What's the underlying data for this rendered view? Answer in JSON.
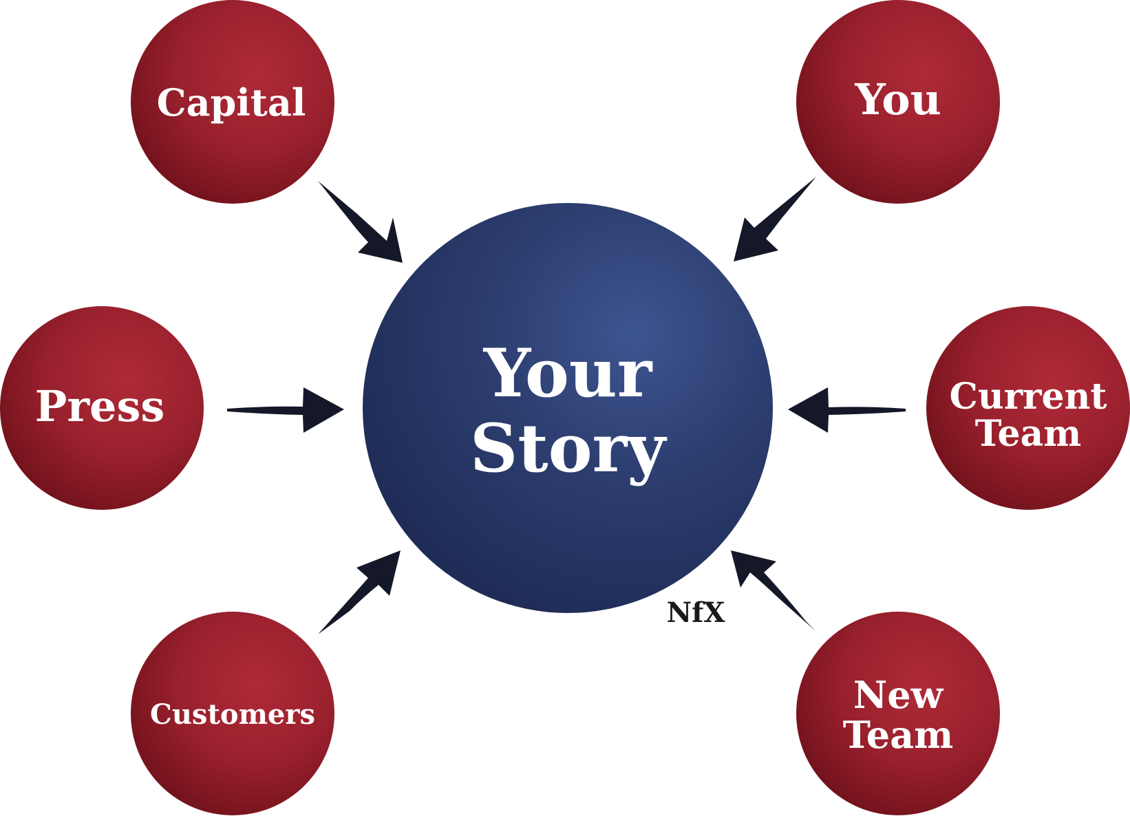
{
  "center": {
    "lines": [
      "Your",
      "Story"
    ],
    "color": "#34467a"
  },
  "nodes": [
    {
      "id": "capital",
      "lines": [
        "Capital"
      ]
    },
    {
      "id": "you",
      "lines": [
        "You"
      ]
    },
    {
      "id": "press",
      "lines": [
        "Press"
      ]
    },
    {
      "id": "current-team",
      "lines": [
        "Current",
        "Team"
      ]
    },
    {
      "id": "customers",
      "lines": [
        "Customers"
      ]
    },
    {
      "id": "new-team",
      "lines": [
        "New",
        "Team"
      ]
    }
  ],
  "node_color": "#9e2430",
  "arrow_color": "#141828",
  "logo": "NfX"
}
